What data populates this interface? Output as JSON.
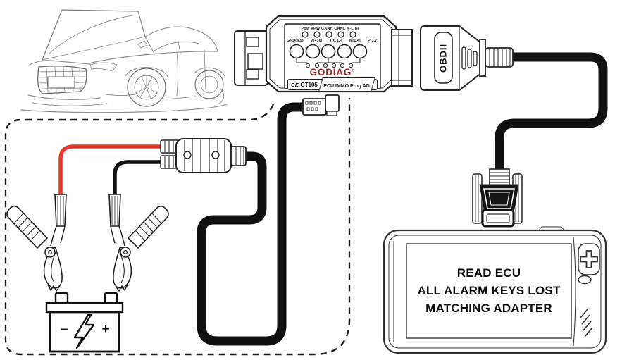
{
  "device": {
    "led_row_label": "Pow VPW CANH CANL K-Line",
    "jack_labels": [
      "GND(4.5)",
      "V(+16)",
      "T(6.13)",
      "M(1.4)",
      "P(3.7)"
    ],
    "brand": "GODIAG",
    "registered_mark": "®",
    "ce_mark": "CE",
    "model": "GT105",
    "product_name": "ECU IMMO Prog AD",
    "brand_color": "#9e2b25"
  },
  "obd_plug": {
    "label": "OBDII"
  },
  "tablet": {
    "screen_lines": [
      "READ ECU",
      "ALL ALARM KEYS LOST",
      "MATCHING ADAPTER"
    ]
  },
  "battery": {
    "negative_label": "−",
    "positive_label": "+"
  },
  "colors": {
    "red_wire": "#e8352a",
    "black_cable": "#111111",
    "sketch_gray": "#8f8f8f",
    "brand_red": "#9e2b25"
  },
  "icons": {
    "battery_center": "lightning-bolt-icon",
    "tablet_side_button": "plus-button-icon",
    "boundary": "dashed-rounded-box"
  }
}
